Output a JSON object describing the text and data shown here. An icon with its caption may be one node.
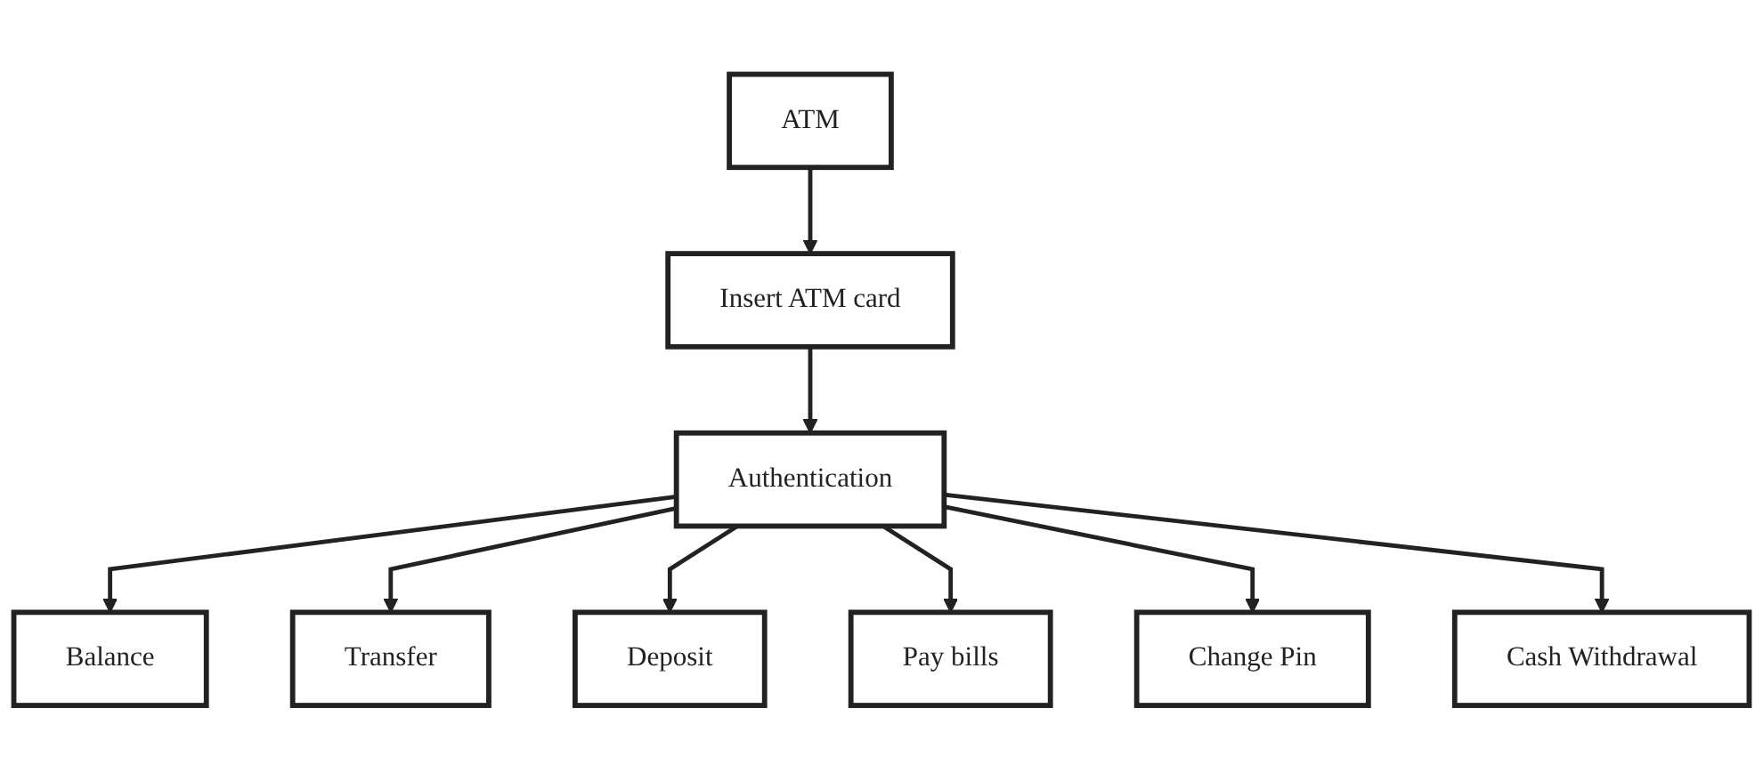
{
  "diagram": {
    "nodes": [
      {
        "text": [
          "ATM"
        ]
      },
      {
        "text": [
          "Insert ATM card"
        ]
      },
      {
        "text": [
          "Authentication"
        ]
      },
      {
        "text": [
          "Balance"
        ]
      },
      {
        "text": [
          "Transfer"
        ]
      },
      {
        "text": [
          "Deposit"
        ]
      },
      {
        "text": [
          "Pay bills"
        ]
      },
      {
        "text": [
          "Change Pin"
        ]
      },
      {
        "text": [
          "Cash Withdrawal"
        ]
      }
    ],
    "edges": [
      {
        "from": 0,
        "to": 1,
        "arrow": "to"
      },
      {
        "from": 1,
        "to": 2,
        "arrow": "to"
      },
      {
        "from": 2,
        "to": 3,
        "arrow": "to"
      },
      {
        "from": 2,
        "to": 4,
        "arrow": "to"
      },
      {
        "from": 2,
        "to": 5,
        "arrow": "to"
      },
      {
        "from": 2,
        "to": 6,
        "arrow": "to"
      },
      {
        "from": 2,
        "to": 7,
        "arrow": "to"
      },
      {
        "from": 2,
        "to": 8,
        "arrow": "to"
      }
    ]
  }
}
